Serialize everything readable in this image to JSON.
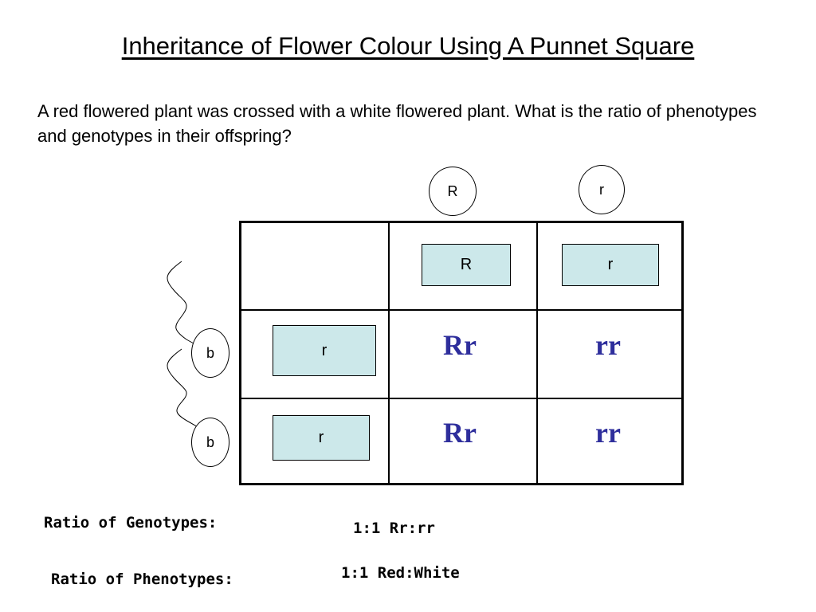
{
  "title": "Inheritance of Flower Colour Using A Punnet Square",
  "question": "A red flowered plant was crossed with a white flowered plant.  What is the ratio of phenotypes and genotypes in their offspring?",
  "parent_top": {
    "allele_1": "R",
    "allele_2": "r"
  },
  "parent_left": {
    "allele_1": "b",
    "allele_2": "b"
  },
  "punnett": {
    "col_headers": [
      "R",
      "r"
    ],
    "row_headers": [
      "r",
      "r"
    ],
    "cells": [
      [
        "Rr",
        "rr"
      ],
      [
        "Rr",
        "rr"
      ]
    ]
  },
  "results": {
    "genotype_label": "Ratio of Genotypes:",
    "genotype_value": "1:1 Rr:rr",
    "phenotype_label": "Ratio of Phenotypes:",
    "phenotype_value": "1:1 Red:White"
  },
  "colors": {
    "allele_box": "#cce8ea",
    "genotype_text": "#2e2e9c"
  }
}
